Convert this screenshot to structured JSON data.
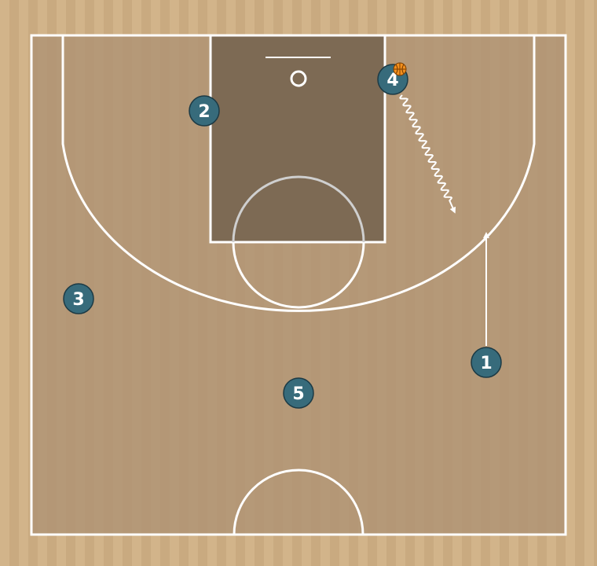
{
  "players": [
    {
      "label": "1",
      "has_ball": false
    },
    {
      "label": "2",
      "has_ball": false
    },
    {
      "label": "3",
      "has_ball": false
    },
    {
      "label": "4",
      "has_ball": true
    },
    {
      "label": "5",
      "has_ball": false
    }
  ],
  "actions": [
    {
      "type": "cut",
      "from_player": "1"
    },
    {
      "type": "dribble",
      "from_player": "4"
    }
  ],
  "colors": {
    "wood_light": "#d2b48a",
    "wood_dark": "#c4a275",
    "inbounds": "#b09474",
    "paint": "#7d6a54",
    "lines": "#ffffff",
    "player": "#376b7b",
    "player_border": "#1c3a45",
    "ball": "#f2901e"
  }
}
